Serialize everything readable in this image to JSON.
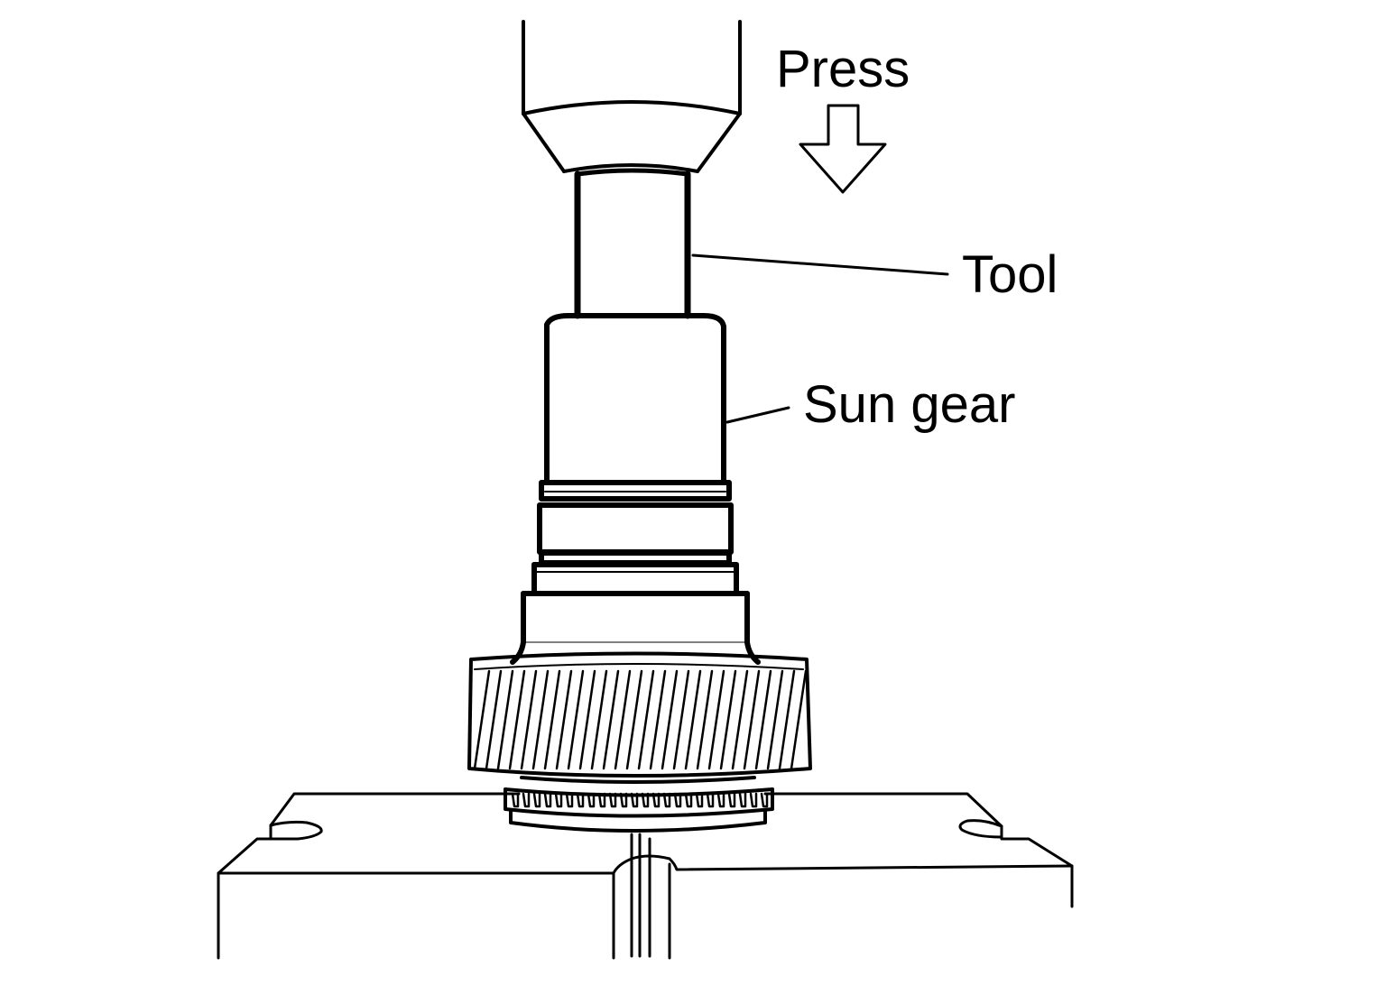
{
  "labels": {
    "press": "Press",
    "tool": "Tool",
    "sun_gear": "Sun gear"
  },
  "colors": {
    "line": "#000000",
    "background": "#ffffff"
  }
}
